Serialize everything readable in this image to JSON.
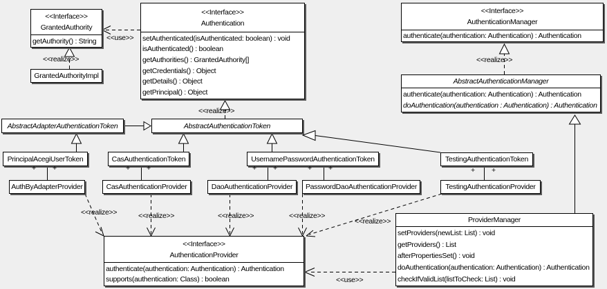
{
  "diagram": {
    "background": "#efefef",
    "box_fill": "#ffffff",
    "box_border": "#000000",
    "box_shadow": "#595959"
  },
  "labels": {
    "interface_stereotype": "<<Interface>>",
    "realize": "<<realize>>",
    "use": "<<use>>",
    "plus": "+"
  },
  "classes": {
    "granted_authority": {
      "stereotype": "<<Interface>>",
      "name": "GrantedAuthority",
      "methods": [
        "getAuthority() : String"
      ]
    },
    "granted_authority_impl": {
      "name": "GrantedAuthorityImpl"
    },
    "authentication": {
      "stereotype": "<<Interface>>",
      "name": "Authentication",
      "methods": [
        "setAuthenticated(isAuthenticated: boolean) : void",
        "isAuthenticated() : boolean",
        "getAuthorities() : GrantedAuthority[]",
        "getCredentials() : Object",
        "getDetails() : Object",
        "getPrincipal() : Object"
      ]
    },
    "authentication_manager": {
      "stereotype": "<<Interface>>",
      "name": "AuthenticationManager",
      "methods": [
        "authenticate(authentication: Authentication) : Authentication"
      ]
    },
    "abstract_authentication_manager": {
      "name": "AbstractAuthenticationManager",
      "methods": [
        "authenticate(authentication: Authentication) : Authentication",
        "doAuthentication(authentication : Authentication) : Authentication"
      ]
    },
    "abstract_adapter_authentication_token": {
      "name": "AbstractAdapterAuthenticationToken"
    },
    "abstract_authentication_token": {
      "name": "AbstractAuthenticationToken"
    },
    "principal_acegi_user_token": {
      "name": "PrincipalAcegiUserToken"
    },
    "cas_authentication_token": {
      "name": "CasAuthenticationToken"
    },
    "username_password_authentication_token": {
      "name": "UsernamePasswordAuthenticationToken"
    },
    "testing_authentication_token": {
      "name": "TestingAuthenticationToken"
    },
    "auth_by_adapter_provider": {
      "name": "AuthByAdapterProvider"
    },
    "cas_authentication_provider": {
      "name": "CasAuthenticationProvider"
    },
    "dao_authentication_provider": {
      "name": "DaoAuthenticationProvider"
    },
    "password_dao_authentication_provider": {
      "name": "PasswordDaoAuthenticationProvider"
    },
    "testing_authentication_provider": {
      "name": "TestingAuthenticationProvider"
    },
    "authentication_provider": {
      "stereotype": "<<Interface>>",
      "name": "AuthenticationProvider",
      "methods": [
        "authenticate(authentication: Authentication) : Authentication",
        "supports(authentication: Class) : boolean"
      ]
    },
    "provider_manager": {
      "name": "ProviderManager",
      "methods": [
        "setProviders(newList: List) : void",
        "getProviders() : List",
        "afterPropertiesSet() : void",
        "doAuthentication(authentication: Authentication) : Authentication",
        "checkIfValidList(listToCheck: List) : void"
      ]
    }
  },
  "relationships": [
    {
      "from": "Authentication",
      "to": "GrantedAuthority",
      "type": "use"
    },
    {
      "from": "GrantedAuthorityImpl",
      "to": "GrantedAuthority",
      "type": "realize"
    },
    {
      "from": "AbstractAuthenticationToken",
      "to": "Authentication",
      "type": "realize"
    },
    {
      "from": "AbstractAuthenticationManager",
      "to": "AuthenticationManager",
      "type": "realize"
    },
    {
      "from": "AbstractAdapterAuthenticationToken",
      "to": "AbstractAuthenticationToken",
      "type": "generalization"
    },
    {
      "from": "PrincipalAcegiUserToken",
      "to": "AbstractAdapterAuthenticationToken",
      "type": "generalization"
    },
    {
      "from": "CasAuthenticationToken",
      "to": "AbstractAuthenticationToken",
      "type": "generalization"
    },
    {
      "from": "UsernamePasswordAuthenticationToken",
      "to": "AbstractAuthenticationToken",
      "type": "generalization"
    },
    {
      "from": "TestingAuthenticationToken",
      "to": "AbstractAuthenticationToken",
      "type": "generalization"
    },
    {
      "from": "ProviderManager",
      "to": "AbstractAuthenticationManager",
      "type": "generalization"
    },
    {
      "from": "PrincipalAcegiUserToken",
      "to": "AuthByAdapterProvider",
      "type": "association",
      "end_labels": [
        "+",
        "+"
      ]
    },
    {
      "from": "CasAuthenticationToken",
      "to": "CasAuthenticationProvider",
      "type": "association",
      "end_labels": [
        "+",
        "+"
      ]
    },
    {
      "from": "UsernamePasswordAuthenticationToken",
      "to": "DaoAuthenticationProvider",
      "type": "association",
      "end_labels": [
        "+",
        "+"
      ]
    },
    {
      "from": "UsernamePasswordAuthenticationToken",
      "to": "PasswordDaoAuthenticationProvider",
      "type": "association",
      "end_labels": [
        "+",
        "+"
      ]
    },
    {
      "from": "TestingAuthenticationToken",
      "to": "TestingAuthenticationProvider",
      "type": "association",
      "end_labels": [
        "+",
        "+"
      ]
    },
    {
      "from": "AuthByAdapterProvider",
      "to": "AuthenticationProvider",
      "type": "realize"
    },
    {
      "from": "CasAuthenticationProvider",
      "to": "AuthenticationProvider",
      "type": "realize"
    },
    {
      "from": "DaoAuthenticationProvider",
      "to": "AuthenticationProvider",
      "type": "realize"
    },
    {
      "from": "PasswordDaoAuthenticationProvider",
      "to": "AuthenticationProvider",
      "type": "realize"
    },
    {
      "from": "TestingAuthenticationProvider",
      "to": "AuthenticationProvider",
      "type": "realize"
    },
    {
      "from": "ProviderManager",
      "to": "AuthenticationProvider",
      "type": "use"
    }
  ]
}
